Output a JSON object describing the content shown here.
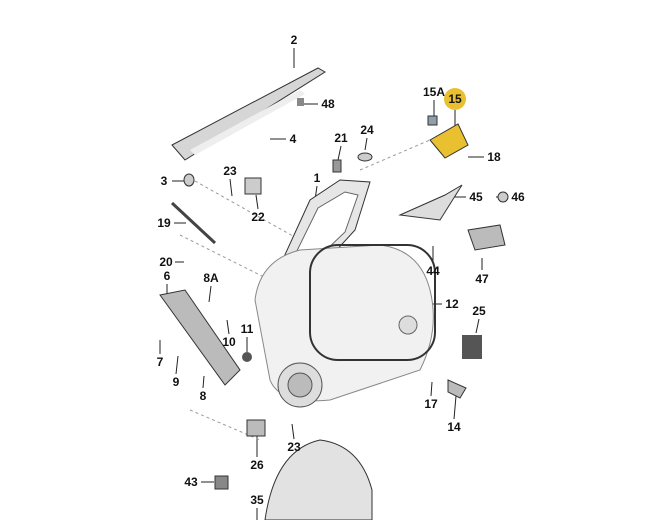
{
  "diagram": {
    "highlight_color": "#e8c030",
    "callouts": [
      {
        "id": "c2",
        "text": "2"
      },
      {
        "id": "c48",
        "text": "48"
      },
      {
        "id": "c4",
        "text": "4"
      },
      {
        "id": "c15a",
        "text": "15A"
      },
      {
        "id": "c15",
        "text": "15",
        "highlighted": true
      },
      {
        "id": "c18",
        "text": "18"
      },
      {
        "id": "c21",
        "text": "21"
      },
      {
        "id": "c24",
        "text": "24"
      },
      {
        "id": "c3",
        "text": "3"
      },
      {
        "id": "c23a",
        "text": "23"
      },
      {
        "id": "c1",
        "text": "1"
      },
      {
        "id": "c22",
        "text": "22"
      },
      {
        "id": "c45",
        "text": "45"
      },
      {
        "id": "c46",
        "text": "46"
      },
      {
        "id": "c19",
        "text": "19"
      },
      {
        "id": "c20",
        "text": "20"
      },
      {
        "id": "c6",
        "text": "6"
      },
      {
        "id": "c8a",
        "text": "8A"
      },
      {
        "id": "c44",
        "text": "44"
      },
      {
        "id": "c47",
        "text": "47"
      },
      {
        "id": "c12",
        "text": "12"
      },
      {
        "id": "c25",
        "text": "25"
      },
      {
        "id": "c7",
        "text": "7"
      },
      {
        "id": "c9",
        "text": "9"
      },
      {
        "id": "c10",
        "text": "10"
      },
      {
        "id": "c11",
        "text": "11"
      },
      {
        "id": "c8",
        "text": "8"
      },
      {
        "id": "c17",
        "text": "17"
      },
      {
        "id": "c14",
        "text": "14"
      },
      {
        "id": "c23b",
        "text": "23"
      },
      {
        "id": "c26",
        "text": "26"
      },
      {
        "id": "c43",
        "text": "43"
      },
      {
        "id": "c35",
        "text": "35"
      }
    ]
  }
}
